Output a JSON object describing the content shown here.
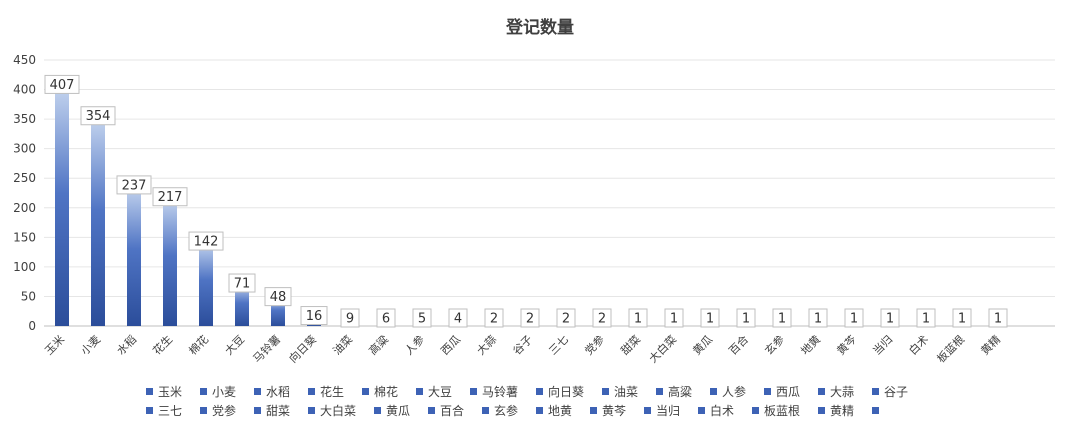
{
  "chart_data": {
    "type": "bar",
    "title": "登记数量",
    "xlabel": "",
    "ylabel": "",
    "ylim": [
      0,
      450
    ],
    "yticks": [
      0,
      50,
      100,
      150,
      200,
      250,
      300,
      350,
      400,
      450
    ],
    "grid": true,
    "legend_position": "bottom",
    "categories": [
      "玉米",
      "小麦",
      "水稻",
      "花生",
      "棉花",
      "大豆",
      "马铃薯",
      "向日葵",
      "油菜",
      "高粱",
      "人参",
      "西瓜",
      "大蒜",
      "谷子",
      "三七",
      "党参",
      "甜菜",
      "大白菜",
      "黄瓜",
      "百合",
      "玄参",
      "地黄",
      "黄芩",
      "当归",
      "白术",
      "板蓝根",
      "黄精"
    ],
    "values": [
      407,
      354,
      237,
      217,
      142,
      71,
      48,
      16,
      9,
      6,
      5,
      4,
      2,
      2,
      2,
      2,
      1,
      1,
      1,
      1,
      1,
      1,
      1,
      1,
      1,
      1,
      1
    ],
    "legend_rows": [
      [
        "玉米",
        "小麦",
        "水稻",
        "花生",
        "棉花",
        "大豆",
        "马铃薯",
        "向日葵",
        "油菜",
        "高粱",
        "人参",
        "西瓜",
        "大蒜",
        "谷子"
      ],
      [
        "三七",
        "党参",
        "甜菜",
        "大白菜",
        "黄瓜",
        "百合",
        "玄参",
        "地黄",
        "黄芩",
        "当归",
        "白术",
        "板蓝根",
        "黄精",
        ""
      ]
    ],
    "colors": {
      "bar_top": "#c5d5ef",
      "bar_mid": "#4f74c4",
      "bar_bottom": "#2b4d9a",
      "legend_marker": "#3d62b5",
      "grid": "#e6e6e6",
      "axis": "#bfbfbf",
      "label_border": "#bfbfbf"
    }
  }
}
